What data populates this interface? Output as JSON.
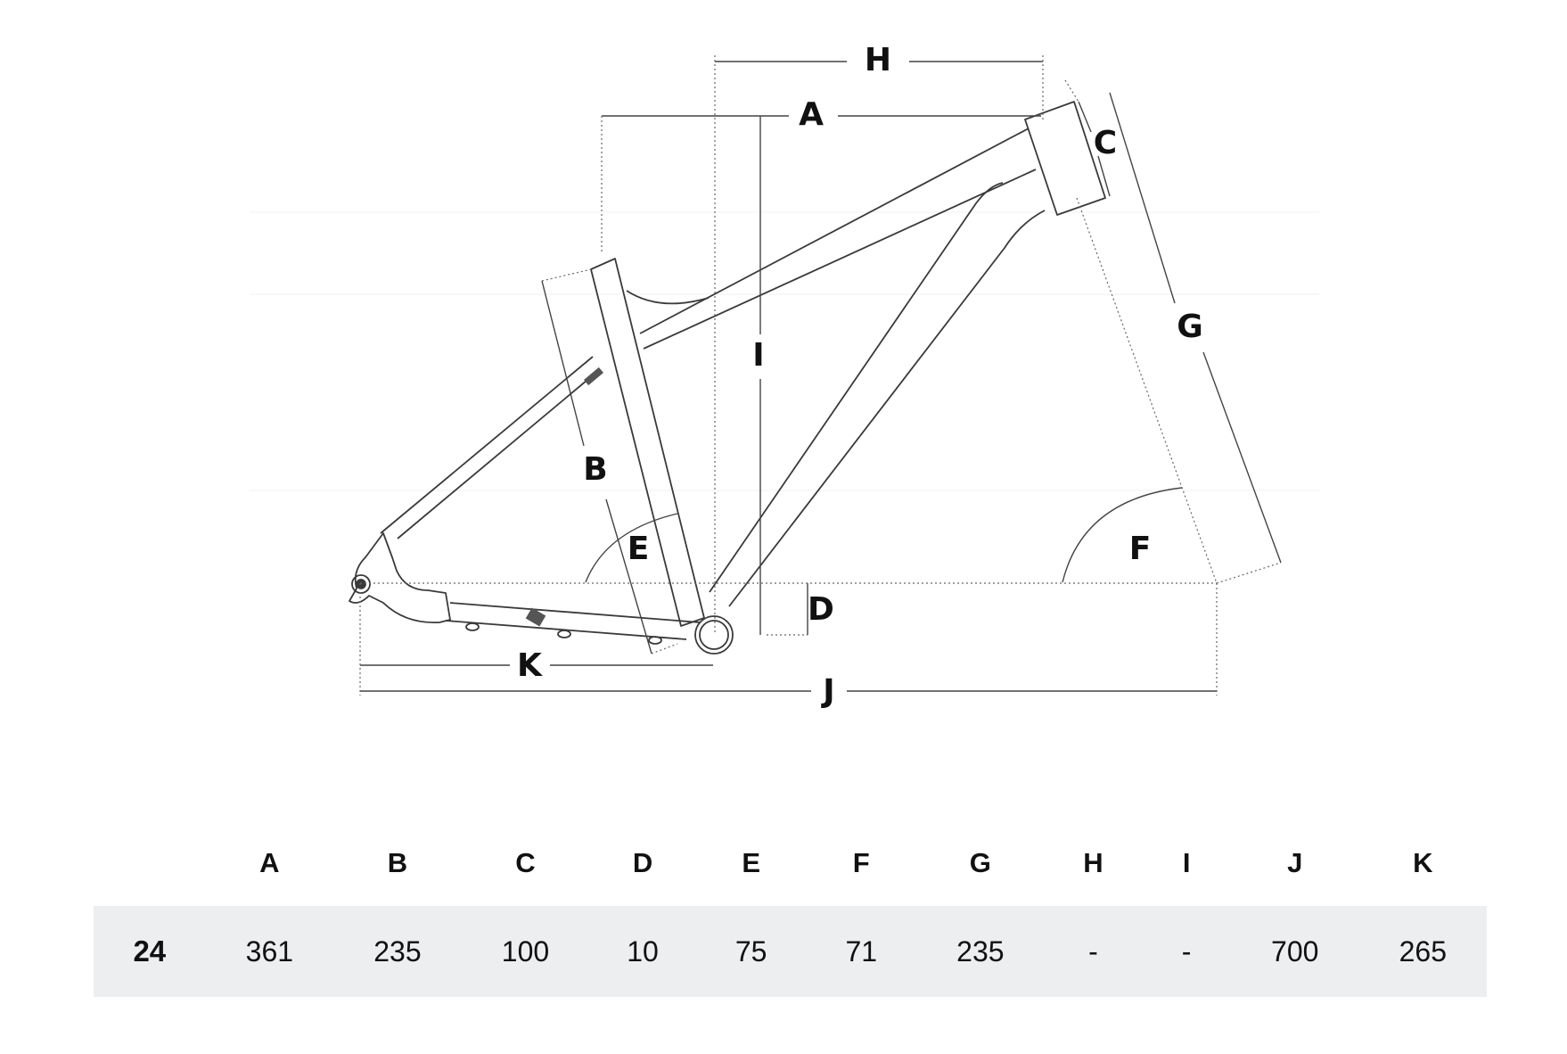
{
  "diagram": {
    "labels": {
      "A": "A",
      "B": "B",
      "C": "C",
      "D": "D",
      "E": "E",
      "F": "F",
      "G": "G",
      "H": "H",
      "I": "I",
      "J": "J",
      "K": "K"
    }
  },
  "geometry_table": {
    "columns": [
      "A",
      "B",
      "C",
      "D",
      "E",
      "F",
      "G",
      "H",
      "I",
      "J",
      "K"
    ],
    "rows": [
      {
        "size": "24",
        "values": [
          "361",
          "235",
          "100",
          "10",
          "75",
          "71",
          "235",
          "-",
          "-",
          "700",
          "265"
        ]
      }
    ]
  }
}
